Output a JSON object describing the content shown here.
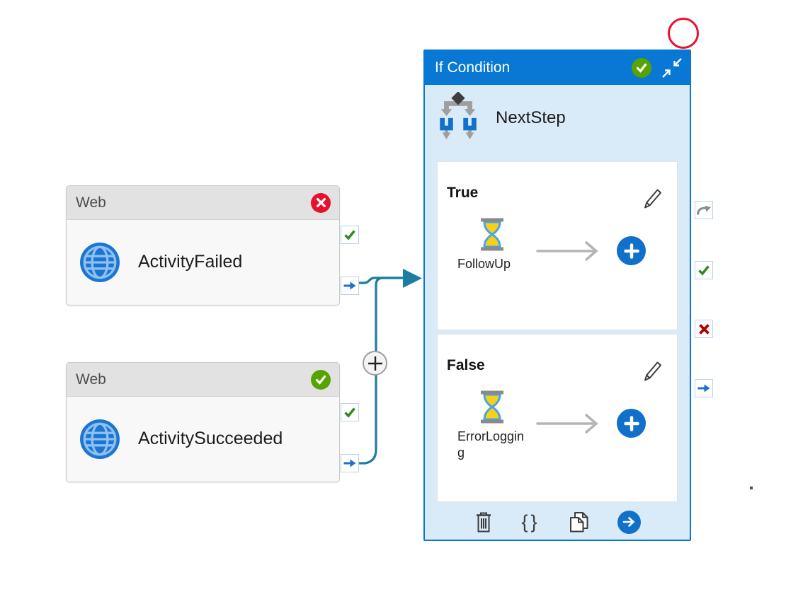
{
  "colors": {
    "accent_blue": "#0878d4",
    "panel_body_blue": "#d9eaf8",
    "connector_teal": "#1c7d9e",
    "success_green": "#57a300",
    "error_red": "#e8112d",
    "plus_button_blue": "#1070ca",
    "port_check_green": "#2e8b1e",
    "port_x_red": "#b00000",
    "port_arrow_blue": "#1f6fce"
  },
  "web_activities": [
    {
      "type_label": "Web",
      "name": "ActivityFailed",
      "status": "failed"
    },
    {
      "type_label": "Web",
      "name": "ActivitySucceeded",
      "status": "succeeded"
    }
  ],
  "if_condition": {
    "title": "If Condition",
    "activity_name": "NextStep",
    "status": "succeeded",
    "branches": [
      {
        "label": "True",
        "activity": {
          "name": "FollowUp",
          "type": "wait"
        }
      },
      {
        "label": "False",
        "activity": {
          "name": "ErrorLogging",
          "type": "wait"
        }
      }
    ],
    "toolbar": {
      "braces_glyph": "{}"
    },
    "output_ports": [
      "skip",
      "success",
      "failure",
      "completion"
    ]
  },
  "icons": {
    "globe": "web-activity-icon",
    "hourglass": "wait-activity-icon",
    "branch_diamond": "if-condition-icon",
    "pencil": "edit-icon",
    "trash": "delete-icon",
    "copy": "copy-icon",
    "collapse": "collapse-icon",
    "skip_arrow": "skip-arrow-icon"
  }
}
